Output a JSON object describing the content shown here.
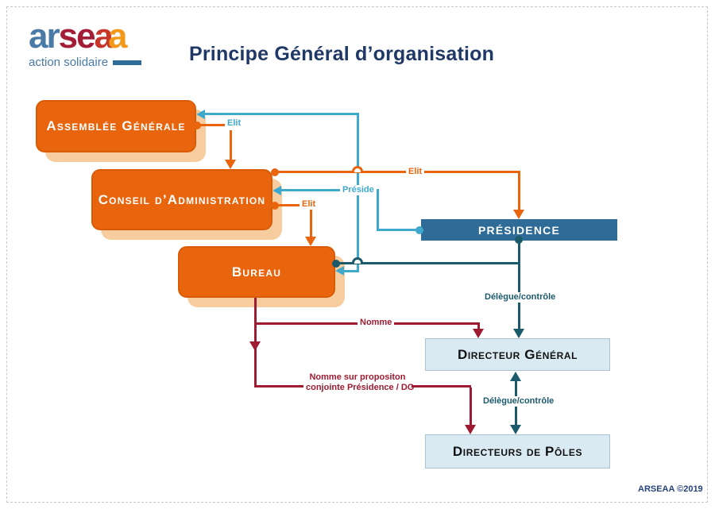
{
  "header": {
    "title": "Principe Général d’organisation",
    "logo": {
      "part1": "ar",
      "part2": "se",
      "part3": "a",
      "part4": "a",
      "tagline": "action solidaire"
    }
  },
  "footer": {
    "credit": "ARSEAA ©2019"
  },
  "nodes": {
    "assemblee": "Assemblée Générale",
    "conseil": "Conseil d’Administration",
    "bureau": "Bureau",
    "presidence": "Présidence",
    "directeur_general": "Directeur Général",
    "directeurs_poles": "Directeurs de Pôles"
  },
  "edges": {
    "elit_ag_ca": "Elit",
    "elit_ca_presidence": "Elit",
    "elit_ca_bureau": "Elit",
    "preside": "Préside",
    "delegue_controle_presidence_dg": "Délègue/contrôle",
    "nomme": "Nomme",
    "nomme_proposition_line1": "Nomme sur propositon",
    "nomme_proposition_line2": "conjointe Présidence / DG",
    "delegue_controle_dg_poles": "Délègue/contrôle"
  },
  "colors": {
    "orange": "#E8650E",
    "orange_shadow": "#F7CDA0",
    "cyan": "#3FA9CD",
    "teal": "#1B5A6B",
    "dark_red": "#9E1B31",
    "presidence_blue": "#2E6B96",
    "light_blue": "#D9EAF3",
    "navy": "#1F3865"
  }
}
